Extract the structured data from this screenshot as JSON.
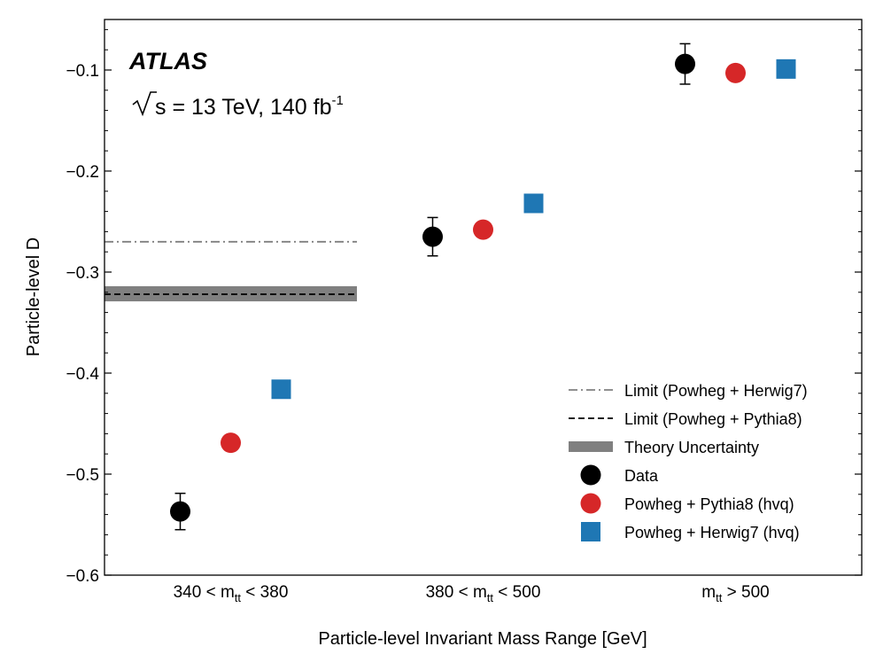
{
  "chart_data": {
    "type": "scatter",
    "xlabel": "Particle-level Invariant Mass Range [GeV]",
    "ylabel": "Particle-level D",
    "ylim": [
      -0.6,
      -0.05
    ],
    "yticks": [
      -0.6,
      -0.5,
      -0.4,
      -0.3,
      -0.2,
      -0.1
    ],
    "ytick_labels": [
      "−0.6",
      "−0.5",
      "−0.4",
      "−0.3",
      "−0.2",
      "−0.1"
    ],
    "categories": [
      {
        "main": "340 < m",
        "sub": "tt",
        "rest": " < 380"
      },
      {
        "main": "380 < m",
        "sub": "tt",
        "rest": " < 500"
      },
      {
        "main": "m",
        "sub": "tt",
        "rest": " > 500"
      }
    ],
    "grid": false,
    "legend_position": "lower-right",
    "experiment_label": "ATLAS",
    "energy_label": {
      "sqrt": "s = 13 TeV, 140 fb",
      "sup": "-1"
    },
    "series": [
      {
        "name": "Data",
        "marker": "circle",
        "color": "#000000",
        "offset": -0.2,
        "values": [
          -0.537,
          -0.265,
          -0.094
        ],
        "errors": [
          0.018,
          0.019,
          0.02
        ]
      },
      {
        "name": "Powheg + Pythia8 (hvq)",
        "marker": "circle",
        "color": "#d62728",
        "offset": 0.0,
        "values": [
          -0.469,
          -0.258,
          -0.103
        ]
      },
      {
        "name": "Powheg + Herwig7 (hvq)",
        "marker": "square",
        "color": "#1f77b4",
        "offset": 0.2,
        "values": [
          -0.416,
          -0.232,
          -0.099
        ]
      }
    ],
    "limits": [
      {
        "name": "Limit (Powheg + Herwig7)",
        "value": -0.27,
        "style": "dashdot",
        "color": "#808080"
      },
      {
        "name": "Limit (Powheg + Pythia8)",
        "value": -0.322,
        "style": "dashed",
        "color": "#000000"
      }
    ],
    "band": {
      "name": "Theory Uncertainty",
      "low": -0.329,
      "high": -0.314,
      "color": "#808080"
    }
  }
}
